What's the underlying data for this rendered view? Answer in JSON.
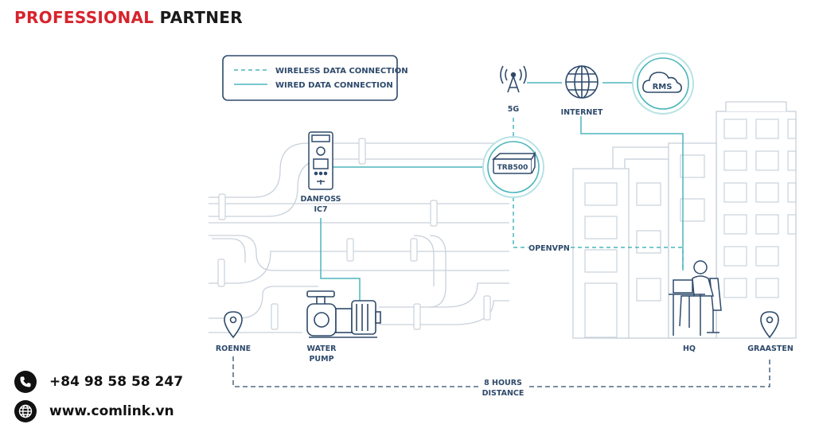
{
  "header": {
    "brand_red": "PROFESSIONAL",
    "brand_dark": "PARTNER"
  },
  "legend": {
    "wireless": "WIRELESS DATA CONNECTION",
    "wired": "WIRED DATA CONNECTION"
  },
  "nodes": {
    "tower": "5G",
    "internet": "INTERNET",
    "rms": "RMS",
    "router": "TRB500",
    "controller_1": "DANFOSS",
    "controller_2": "IC7",
    "vpn": "OPENVPN",
    "roenne": "ROENNE",
    "pump_1": "WATER",
    "pump_2": "PUMP",
    "hq": "HQ",
    "graasten": "GRAASTEN",
    "distance_1": "8 HOURS",
    "distance_2": "DISTANCE"
  },
  "contact": {
    "phone": "+84 98 58 58 247",
    "website": "www.comlink.vn"
  },
  "colors": {
    "brand_red": "#d7232d",
    "line": "#4bb6bd",
    "ink": "#2e4a6b",
    "background_art": "#c9d1db"
  }
}
